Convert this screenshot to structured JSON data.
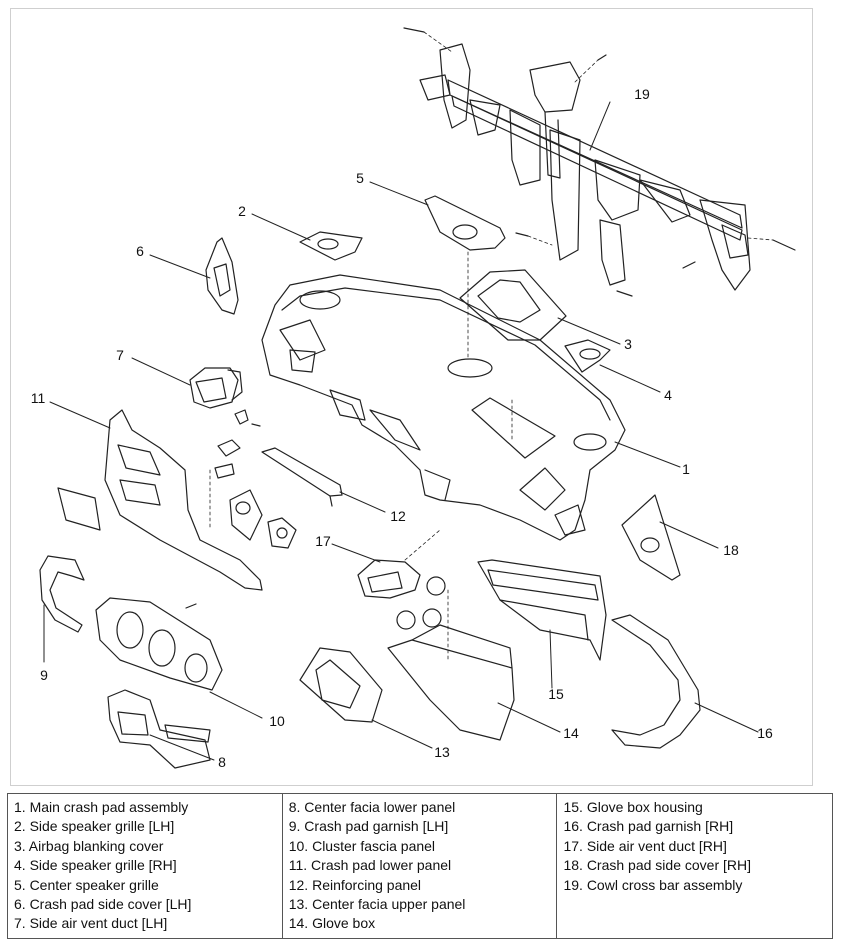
{
  "callouts": {
    "c1": "1",
    "c2": "2",
    "c3": "3",
    "c4": "4",
    "c5": "5",
    "c6": "6",
    "c7": "7",
    "c8": "8",
    "c9": "9",
    "c10": "10",
    "c11": "11",
    "c12": "12",
    "c13": "13",
    "c14": "14",
    "c15": "15",
    "c16": "16",
    "c17": "17",
    "c18": "18",
    "c19": "19"
  },
  "legend": {
    "col1": [
      "1. Main crash pad assembly",
      "2. Side speaker grille [LH]",
      "3. Airbag blanking cover",
      "4. Side speaker grille [RH]",
      "5. Center speaker grille",
      "6. Crash pad side cover [LH]",
      "7. Side air vent duct [LH]"
    ],
    "col2": [
      "8. Center facia lower panel",
      "9. Crash pad garnish [LH]",
      "10. Cluster fascia panel",
      "11. Crash pad lower panel",
      "12. Reinforcing panel",
      "13. Center facia upper panel",
      "14. Glove box"
    ],
    "col3": [
      "15. Glove box housing",
      "16. Crash pad garnish [RH]",
      "17. Side air vent duct [RH]",
      "18. Crash pad side cover [RH]",
      "19. Cowl cross bar assembly"
    ]
  }
}
